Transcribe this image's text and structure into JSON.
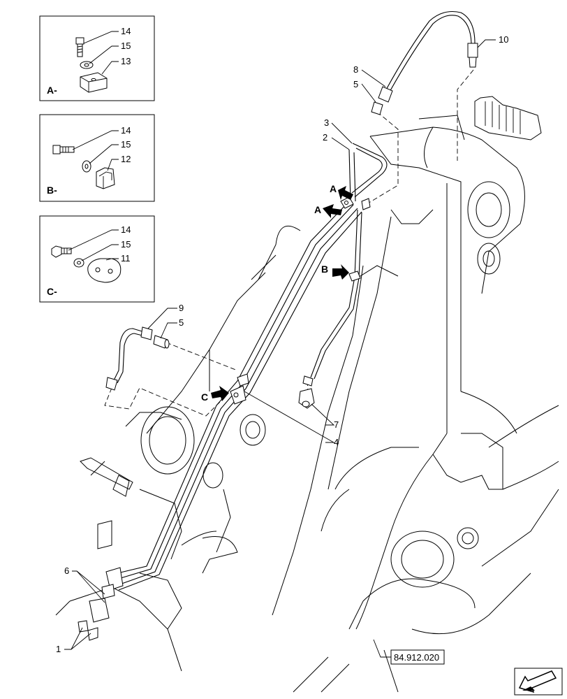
{
  "detail_views": [
    {
      "label": "A-",
      "parts": [
        "14",
        "15",
        "13"
      ]
    },
    {
      "label": "B-",
      "parts": [
        "14",
        "15",
        "12"
      ]
    },
    {
      "label": "C-",
      "parts": [
        "14",
        "15",
        "11"
      ]
    }
  ],
  "callouts": {
    "n1": "1",
    "n2": "2",
    "n3": "3",
    "n4": "4",
    "n5a": "5",
    "n5b": "5",
    "n6": "6",
    "n7": "7",
    "n8": "8",
    "n9": "9",
    "n10": "10"
  },
  "arrow_labels": {
    "a1": "A",
    "a2": "A",
    "b": "B",
    "c": "C"
  },
  "reference": "84.912.020"
}
